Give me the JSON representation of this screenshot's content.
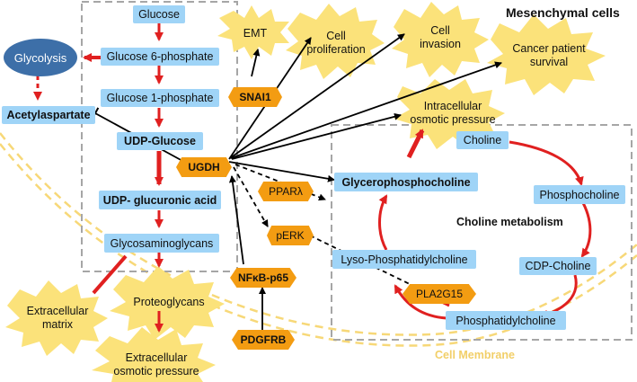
{
  "title": "Mesenchymal cells",
  "membrane_label": "Cell Membrane",
  "region_label": "Choline metabolism",
  "colors": {
    "box": "#9fd4f7",
    "hex": "#f39c12",
    "burst": "#fbe27a",
    "ellipse": "#3d6fa8",
    "red_arrow": "#e02020",
    "membrane": "#f7d878"
  },
  "nodes": {
    "glucose": "Glucose",
    "glucose6p": "Glucose 6-phosphate",
    "glucose1p": "Glucose 1-phosphate",
    "udp_glucose": "UDP-Glucose",
    "udp_gluc_acid": "UDP- glucuronic acid",
    "gags": "Glycosaminoglycans",
    "glycolysis": "Glycolysis",
    "acetylaspartate": "Acetylaspartate",
    "ugdh": "UGDH",
    "snai1": "SNAI1",
    "ppar": "PPARλ",
    "perk": "pERK",
    "nfkb": "NFκB-p65",
    "pdgfrb": "PDGFRB",
    "pla2g15": "PLA2G15",
    "gpc": "Glycerophosphocholine",
    "choline": "Choline",
    "phosphocholine": "Phosphocholine",
    "cdp_choline": "CDP-Choline",
    "phosphatidylcholine": "Phosphatidylcholine",
    "lyso_pc": "Lyso-Phosphatidylcholine"
  },
  "bursts": {
    "emt": "EMT",
    "proliferation": "Cell\nproliferation",
    "invasion": "Cell\ninvasion",
    "survival": "Cancer patient\nsurvival",
    "intra_osm": "Intracellular\nosmotic pressure",
    "ecm": "Extracellular\nmatrix",
    "proteoglycans": "Proteoglycans",
    "extra_osm": "Extracellular\nosmotic pressure"
  }
}
